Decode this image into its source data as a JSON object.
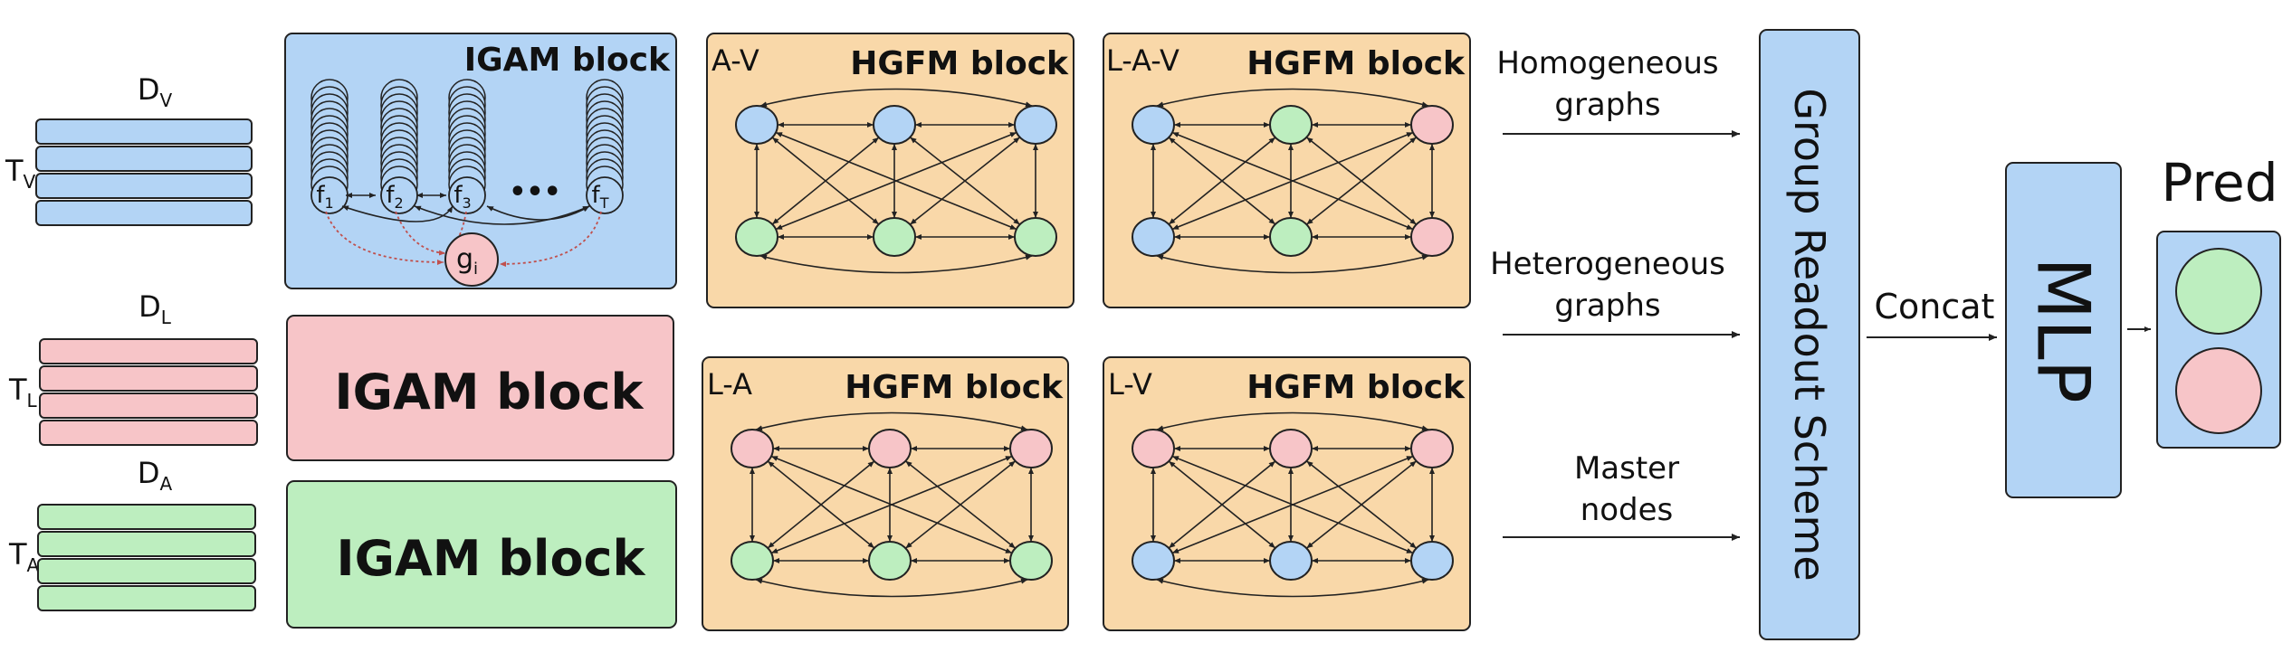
{
  "inputs": {
    "v": {
      "d": "D",
      "dsub": "V",
      "t": "T",
      "tsub": "V",
      "color": "#b3d4f5"
    },
    "l": {
      "d": "D",
      "dsub": "L",
      "t": "T",
      "tsub": "L",
      "color": "#f7c5c8"
    },
    "a": {
      "d": "D",
      "dsub": "A",
      "t": "T",
      "tsub": "A",
      "color": "#bdeebf"
    }
  },
  "igam": {
    "title": "IGAM block",
    "features": [
      {
        "base": "f",
        "sub": "1"
      },
      {
        "base": "f",
        "sub": "2"
      },
      {
        "base": "f",
        "sub": "3"
      },
      {
        "base": "f",
        "sub": "T"
      }
    ],
    "ellipsis": "•••",
    "global": {
      "base": "g",
      "sub": "i"
    }
  },
  "hgfm": [
    {
      "tag": "A-V",
      "title": "HGFM block",
      "top": "blue",
      "bottom": "green"
    },
    {
      "tag": "L-A-V",
      "title": "HGFM block",
      "top": [
        "blue",
        "green",
        "pink"
      ],
      "bottom": [
        "blue",
        "green",
        "pink"
      ]
    },
    {
      "tag": "L-A",
      "title": "HGFM block",
      "top": "pink",
      "bottom": "green"
    },
    {
      "tag": "L-V",
      "title": "HGFM block",
      "top": "pink",
      "bottom": "blue"
    }
  ],
  "streams": [
    {
      "line1": "Homogeneous",
      "line2": "graphs"
    },
    {
      "line1": "Heterogeneous",
      "line2": "graphs"
    },
    {
      "line1": "Master",
      "line2": "nodes"
    }
  ],
  "readout": "Group Readout Scheme",
  "concat": "Concat",
  "mlp": "MLP",
  "pred": "Pred",
  "colors": {
    "blue": "#b3d4f5",
    "pink": "#f7c5c8",
    "green": "#bdeebf",
    "orange": "#f9d8a9"
  }
}
